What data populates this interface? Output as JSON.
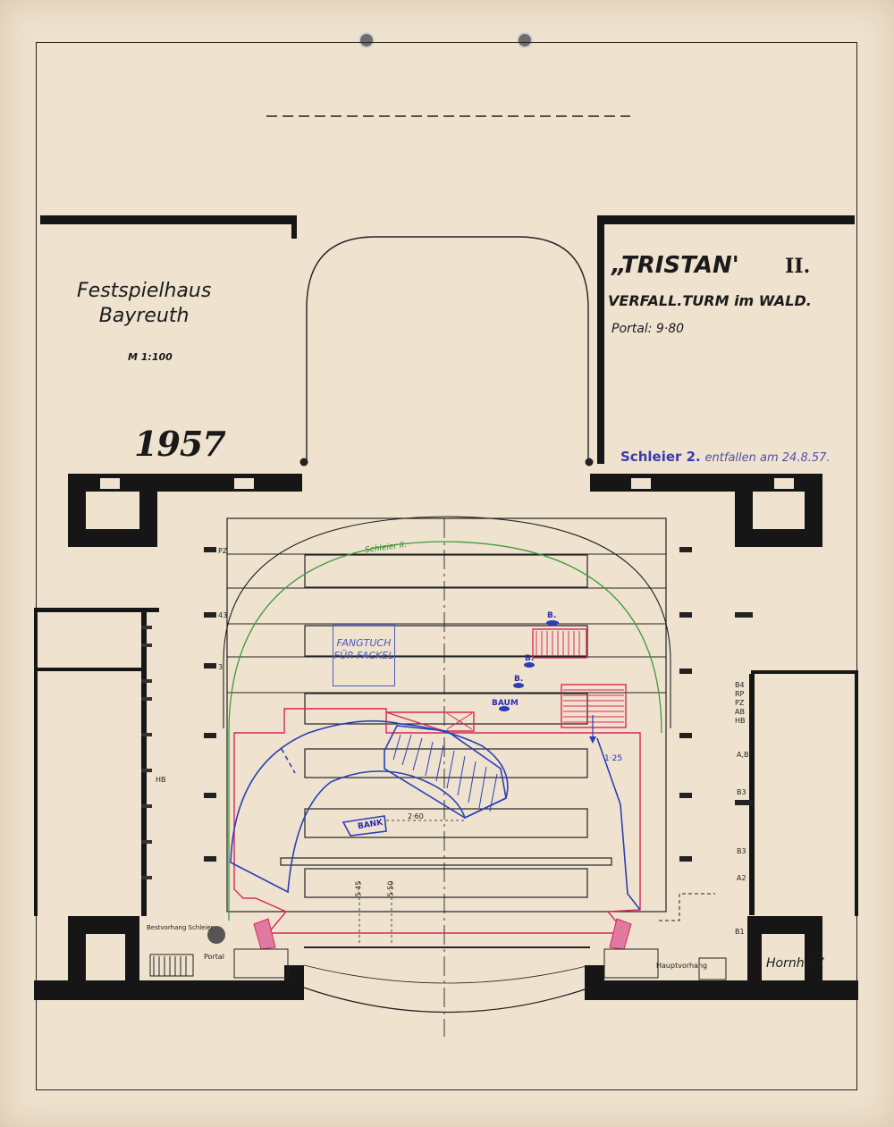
{
  "venue": {
    "line1": "Festspielhaus",
    "line2": "Bayreuth"
  },
  "scale": "M 1:100",
  "year": "1957",
  "production": {
    "opera": "„TRISTAN'",
    "act": "II.",
    "scene": "VERFALL.TURM im WALD."
  },
  "portal": "Portal: 9·80",
  "note": {
    "part1": "Schleier 2.",
    "part2": "entfallen am 24.8.57."
  },
  "labels": {
    "schleier": "Schleier II.",
    "fangtuch": "FANGTUCH FÜR FACKEL",
    "bank": "BANK",
    "baum": "BAUM",
    "b": "B.",
    "dim_width": "2·60",
    "dim_depth1": "5·45",
    "dim_depth2": "5·50",
    "dim_side": "1·25",
    "hauptvorhang": "Hauptvorhang",
    "portal_small": "Portal",
    "bestvorhang": "Bestvorhang Schleier"
  },
  "side_markers_right": [
    "B4",
    "RP",
    "PZ",
    "AB",
    "HB",
    "A,B",
    "B3",
    "B3",
    "A2",
    "B1"
  ],
  "side_markers_left": [
    "PZ",
    "43",
    "3",
    "HB"
  ],
  "signature": "Hornh 57",
  "colors": {
    "paper": "#efe3cf",
    "ink": "#1a1a1a",
    "red": "#d8285a",
    "blue": "#2a40b4",
    "green": "#3f9a3f"
  }
}
